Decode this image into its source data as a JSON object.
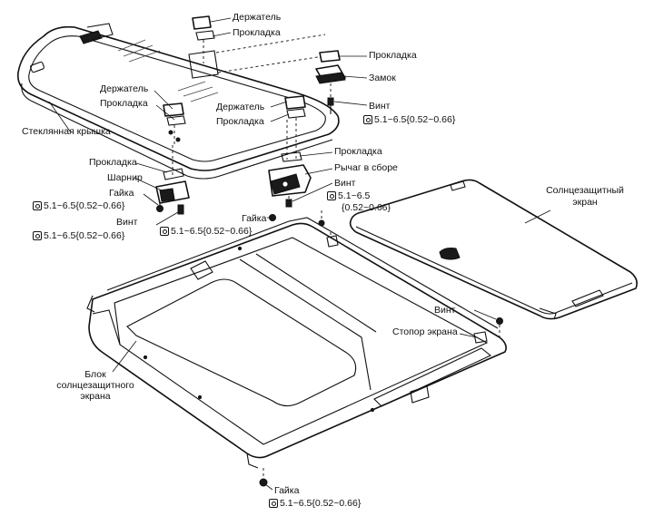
{
  "labels": {
    "holder_top": "Держатель",
    "gasket_top": "Прокладка",
    "gasket_lock": "Прокладка",
    "lock": "Замок",
    "screw_lock": "Винт",
    "torque_lock": "5.1~6.5{0.52~0.66}",
    "holder_left": "Держатель",
    "gasket_left": "Прокладка",
    "holder_mid": "Держатель",
    "gasket_mid": "Прокладка",
    "glass_cover": "Стеклянная крышка",
    "gasket_hinge": "Прокладка",
    "hinge": "Шарнир",
    "nut_hinge": "Гайка",
    "torque_nut_hinge": "5.1~6.5{0.52~0.66}",
    "screw_hinge": "Винт",
    "torque_screw_hinge": "5.1~6.5{0.52~0.66}",
    "torque_center": "5.1~6.5{0.52~0.66}",
    "nut_center": "Гайка",
    "gasket_lever": "Прокладка",
    "lever_assembly": "Рычаг в сборе",
    "screw_lever": "Винт",
    "torque_lever_1": "5.1~6.5",
    "torque_lever_2": "{0.52~0.66}",
    "sunshade_1": "Солнцезащитный",
    "sunshade_2": "экран",
    "screw_stopper": "Винт",
    "stopper": "Стопор экрана",
    "unit_1": "Блок",
    "unit_2": "солнцезащитного",
    "unit_3": "экрана",
    "nut_bottom": "Гайка",
    "torque_bottom": "5.1~6.5{0.52~0.66}"
  },
  "icons": {
    "torque": "torque-wrench-icon"
  }
}
